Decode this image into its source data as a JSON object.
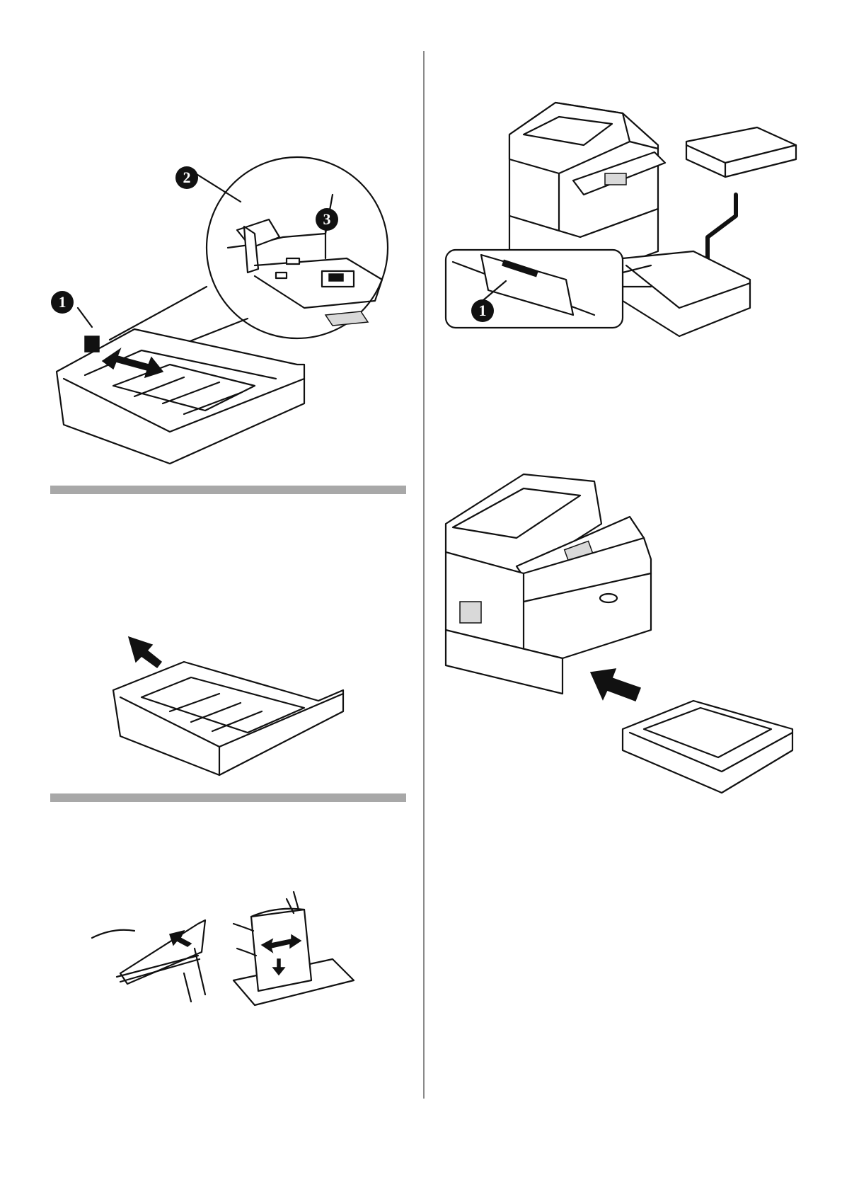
{
  "page": {
    "background": "#ffffff",
    "divider_color": "#8a8a8a",
    "section_bar_color": "#a8a8a8"
  },
  "figures": {
    "tray_guides": {
      "callouts": [
        "1",
        "2",
        "3"
      ]
    },
    "tray_extend": {
      "callouts": []
    },
    "paper_fan": {
      "callouts": []
    },
    "load_paper": {
      "callouts": [
        "1"
      ]
    },
    "insert_tray": {
      "callouts": []
    }
  }
}
